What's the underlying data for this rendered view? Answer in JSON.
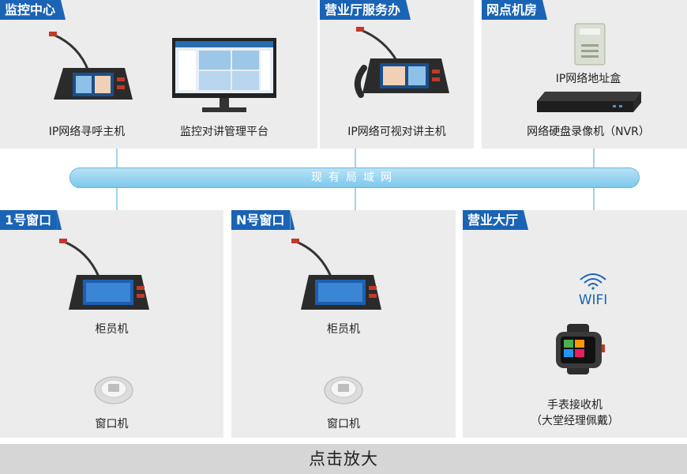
{
  "sections": {
    "monitor_center": {
      "title": "监控中心",
      "devices": [
        "IP网络寻呼主机",
        "监控对讲管理平台"
      ]
    },
    "business_office": {
      "title": "营业厅服务办",
      "devices": [
        "IP网络可视对讲主机"
      ]
    },
    "network_room": {
      "title": "网点机房",
      "devices": [
        "IP网络地址盒",
        "网络硬盘录像机（NVR）"
      ]
    },
    "window_1": {
      "title": "1号窗口",
      "devices": [
        "柜员机",
        "窗口机"
      ]
    },
    "window_n": {
      "title": "N号窗口",
      "devices": [
        "柜员机",
        "窗口机"
      ]
    },
    "business_hall": {
      "title": "营业大厅",
      "wifi_label": "WIFI",
      "devices": [
        "手表接收机",
        "（大堂经理佩戴）"
      ]
    }
  },
  "lan_label": "现有局域网",
  "zoom_label": "点击放大",
  "colors": {
    "tag_blue": "#1a63b5",
    "lan_blue": "#7cc8ec",
    "panel_gray": "#ececec",
    "bottom_gray": "#d6d6d6"
  }
}
